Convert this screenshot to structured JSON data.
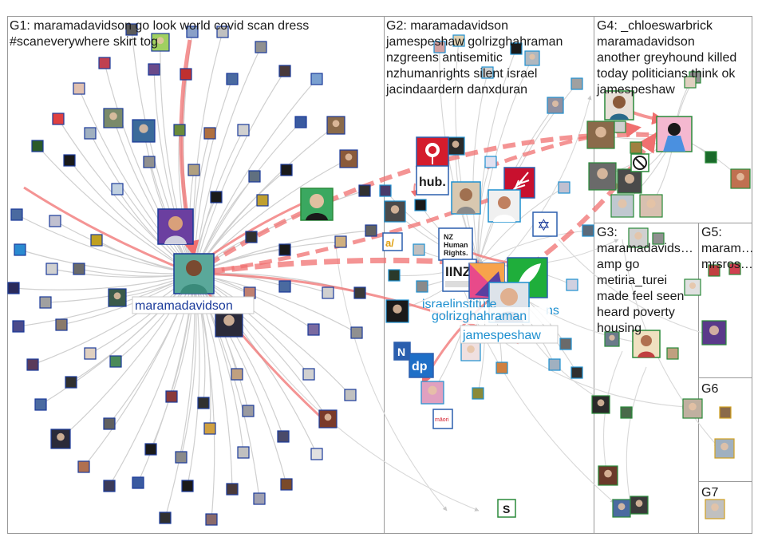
{
  "colors": {
    "edge_gray": "#d4d4d4",
    "edge_red": "#f07070",
    "label_blue_dark": "#1a3a9a",
    "label_blue_light": "#1e90d0",
    "border": "#9a9a9a"
  },
  "groups": [
    {
      "id": "G1",
      "lines": [
        "G1: maramadavidson go look world covid scan dress",
        "#scaneverywhere skirt tog"
      ]
    },
    {
      "id": "G2",
      "lines": [
        "G2: maramadavidson",
        "jamespeshaw golrizghahraman",
        "nzgreens antisemitic",
        "nzhumanrights silent israel",
        "jacindaardern danxduran"
      ]
    },
    {
      "id": "G4",
      "lines": [
        "G4: _chloeswarbrick",
        "maramadavidson",
        "another greyhound killed",
        "today politicians think ok",
        "jamespeshaw"
      ]
    },
    {
      "id": "G3",
      "lines": [
        "G3:",
        "maramadavids…",
        "amp go",
        "metiria_turei",
        "made feel seen",
        "heard poverty",
        "housing"
      ]
    },
    {
      "id": "G5",
      "lines": [
        "G5:",
        "maram…",
        "mrsros…"
      ]
    },
    {
      "id": "G6",
      "lines": [
        "G6"
      ]
    },
    {
      "id": "G7",
      "lines": [
        "G7"
      ]
    }
  ],
  "node_labels": [
    {
      "id": "maramadavidson",
      "text": "maramadavidson",
      "color": "#1a3a9a"
    },
    {
      "id": "israelinstitute",
      "text": "israelinstitute",
      "color": "#1e90d0"
    },
    {
      "id": "nzgreens",
      "text": "ns",
      "color": "#1e90d0"
    },
    {
      "id": "golrizghahraman",
      "text": "golrizghahraman",
      "color": "#1e90d0"
    },
    {
      "id": "jamespeshaw",
      "text": "jamespeshaw",
      "color": "#1e90d0"
    }
  ],
  "icons": [
    {
      "id": "red-rose-logo",
      "text": ""
    },
    {
      "id": "hub-logo",
      "text": "hub."
    },
    {
      "id": "nz-human-rights-logo",
      "text": "NZ Human Rights."
    },
    {
      "id": "iinz-logo",
      "text": "IINZ"
    },
    {
      "id": "dp-logo",
      "text": "dp"
    },
    {
      "id": "s-logo",
      "text": "S"
    },
    {
      "id": "n-logo",
      "text": "N"
    },
    {
      "id": "star-logo",
      "text": "✡"
    },
    {
      "id": "slash-logo",
      "text": "a/"
    },
    {
      "id": "maori-logo",
      "text": "māori"
    }
  ]
}
